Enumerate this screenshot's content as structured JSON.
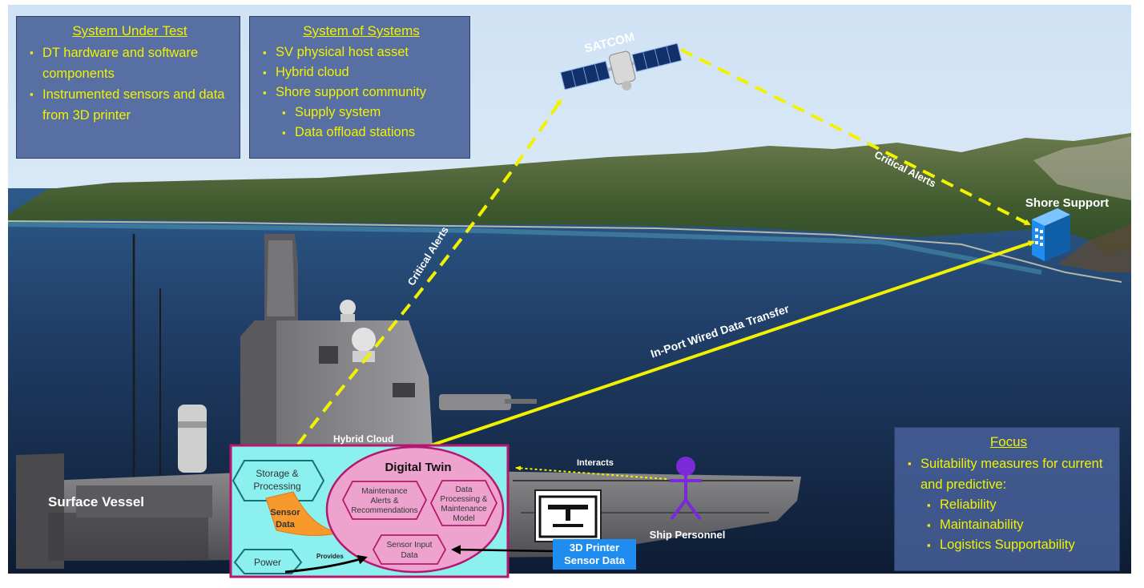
{
  "panels": {
    "sut": {
      "title": "System Under Test",
      "items": [
        "DT hardware and software components",
        "Instrumented sensors and data from 3D printer"
      ]
    },
    "sos": {
      "title": "System of Systems",
      "items": [
        "SV physical host asset",
        "Hybrid cloud",
        "Shore support community"
      ],
      "subitems": [
        "Supply system",
        "Data offload stations"
      ]
    },
    "focus": {
      "title": "Focus",
      "items": [
        "Suitability measures for current and predictive:"
      ],
      "subitems": [
        "Reliability",
        "Maintainability",
        "Logistics Supportability"
      ]
    }
  },
  "labels": {
    "satcom": "SATCOM",
    "shore_support": "Shore Support",
    "critical_alerts_left": "Critical Alerts",
    "critical_alerts_right": "Critical Alerts",
    "in_port": "In-Port Wired Data Transfer",
    "surface_vessel": "Surface Vessel",
    "hybrid_cloud": "Hybrid Cloud",
    "interacts": "Interacts",
    "ship_personnel": "Ship Personnel",
    "printer_sensor_data": [
      "3D Printer",
      "Sensor Data"
    ],
    "provides": "Provides"
  },
  "digital_twin": {
    "title": "Digital Twin",
    "storage": [
      "Storage &",
      "Processing"
    ],
    "sensor_data": [
      "Sensor",
      "Data"
    ],
    "power": "Power",
    "maintenance": [
      "Maintenance",
      "Alerts &",
      "Recommendations"
    ],
    "processing": [
      "Data",
      "Processing &",
      "Maintenance",
      "Model"
    ],
    "sensor_input": [
      "Sensor Input",
      "Data"
    ]
  },
  "colors": {
    "dt_fill": "#8cf0ee",
    "dt_border": "#b5176e",
    "alert_line": "#f2f200",
    "panel_text": "#f2f200",
    "label_blue": "#1f8cf0",
    "person": "#7a2ad6",
    "hex_green": "#15727a"
  }
}
